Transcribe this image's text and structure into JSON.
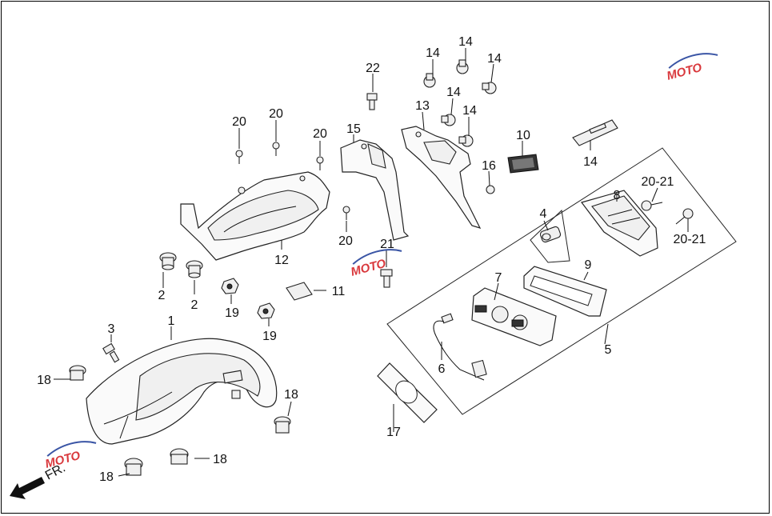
{
  "diagram": {
    "callouts": {
      "c1": "1",
      "c2a": "2",
      "c2b": "2",
      "c3": "3",
      "c4": "4",
      "c5": "5",
      "c6": "6",
      "c7": "7",
      "c8": "8",
      "c9": "9",
      "c10": "10",
      "c11": "11",
      "c12": "12",
      "c13": "13",
      "c14a": "14",
      "c14b": "14",
      "c14c": "14",
      "c14d": "14",
      "c14e": "14",
      "c14f": "14",
      "c15": "15",
      "c16": "16",
      "c17": "17",
      "c18a": "18",
      "c18b": "18",
      "c18c": "18",
      "c18d": "18",
      "c19a": "19",
      "c19b": "19",
      "c20a": "20",
      "c20b": "20",
      "c20c": "20",
      "c20d": "20",
      "c2021a": "20-21",
      "c2021b": "20-21",
      "c21": "21",
      "c22": "22"
    },
    "direction_label": "FR.",
    "watermark": "MOTO",
    "colors": {
      "watermark_red": "#d9383c",
      "watermark_blue": "#3a55a5",
      "ink": "#111111"
    }
  }
}
